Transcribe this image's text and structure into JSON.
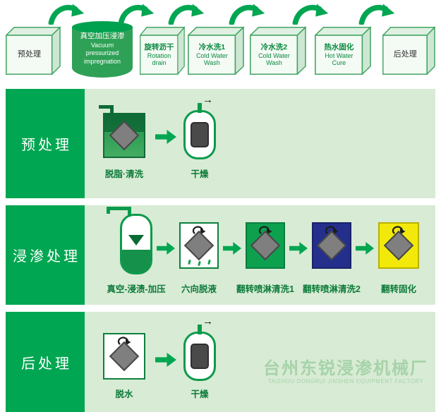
{
  "colors": {
    "brand_green": "#00A651",
    "band_background": "#D8EBD5",
    "label_text_green": "#0B7A38",
    "box_green": "#0DA04F",
    "box_blue": "#232F8B",
    "box_yellow": "#F2E90A",
    "diamond_gray": "#7F7F7F",
    "watermark_green": "#A6D3A8"
  },
  "icons": {
    "exhaust_arrow": "→"
  },
  "top_flow": {
    "steps": [
      {
        "cn": "预处理"
      },
      {
        "cn": "真空加压浸渗",
        "en": [
          "Vacuum",
          "pressurized",
          "impregnation"
        ]
      },
      {
        "cn": "旋转沥干",
        "en": [
          "Rotation",
          "drain"
        ]
      },
      {
        "cn": "冷水洗1",
        "en": [
          "Cold Water",
          "Wash"
        ]
      },
      {
        "cn": "冷水洗2",
        "en": [
          "Cold Water",
          "Wash"
        ]
      },
      {
        "cn": "热水固化",
        "en": [
          "Hot Water",
          "Cure"
        ]
      },
      {
        "cn": "后处理"
      }
    ]
  },
  "sections": [
    {
      "title": "预处理",
      "items": [
        {
          "label": "脱脂·清洗"
        },
        {
          "label": "干燥"
        }
      ]
    },
    {
      "title": "浸渗处理",
      "items": [
        {
          "label": "真空-浸渍-加压"
        },
        {
          "label": "六向脱液"
        },
        {
          "label": "翻转喷淋清洗1"
        },
        {
          "label": "翻转喷淋清洗2"
        },
        {
          "label": "翻转固化"
        }
      ]
    },
    {
      "title": "后处理",
      "items": [
        {
          "label": "脱水"
        },
        {
          "label": "干燥"
        }
      ]
    }
  ],
  "watermark": {
    "cn": "台州东锐浸渗机械厂",
    "en": "TAIZHOU DONGRUI JINSHEN EQUIPMENT FACTORY"
  }
}
